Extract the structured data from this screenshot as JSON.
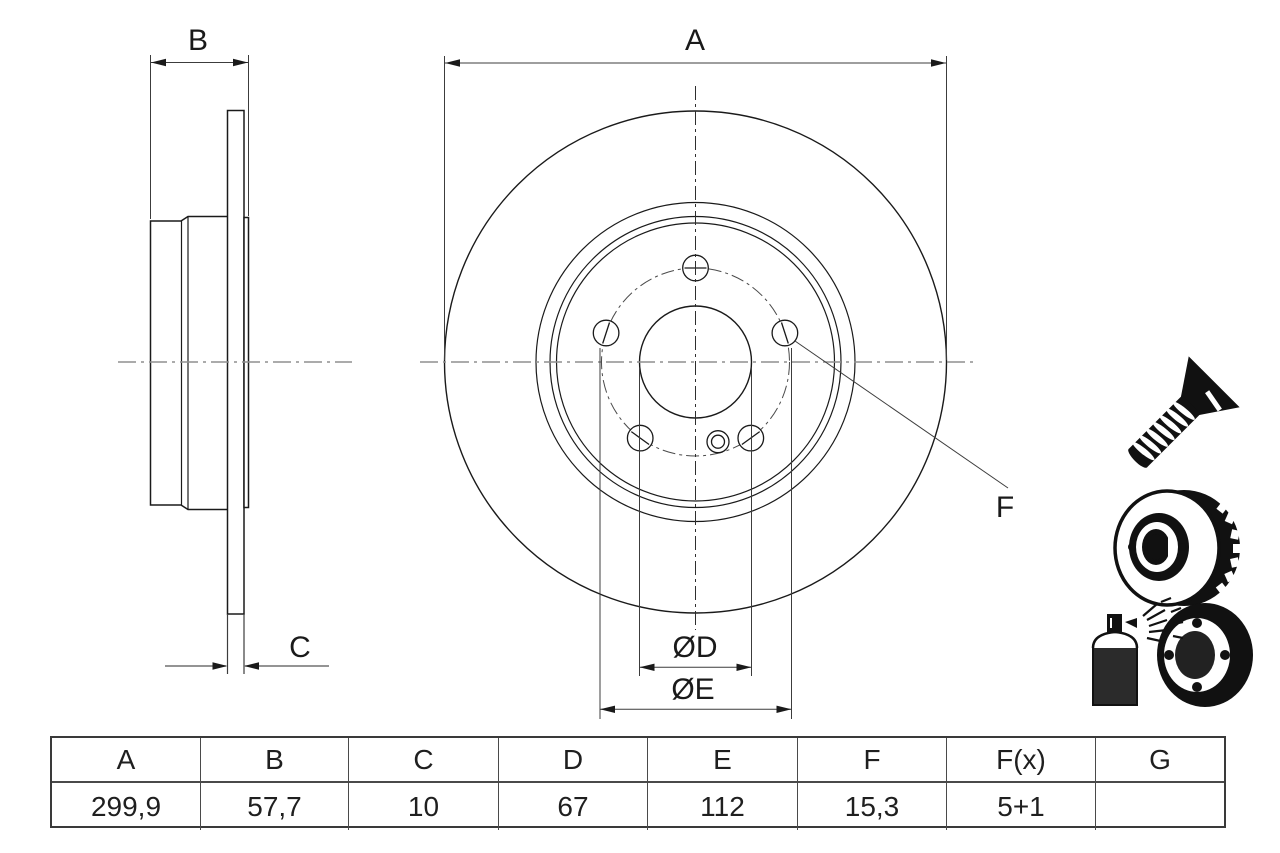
{
  "drawing": {
    "title_labels": {
      "dim_a": "A",
      "dim_b": "B",
      "dim_c": "C",
      "dim_d": "ØD",
      "dim_e": "ØE",
      "dim_f": "F"
    },
    "colors": {
      "object_line": "#1a1a1a",
      "thin_line": "#3c3c3c",
      "centerline_gray": "#8f8f8f",
      "icon_black": "#111111",
      "background": "#ffffff"
    }
  },
  "icons": {
    "screw": "countersunk-screw-icon",
    "vented_disc": "vented-brake-disc-icon",
    "spray": "spray-coated-disc-icon"
  },
  "table": {
    "headers": [
      "A",
      "B",
      "C",
      "D",
      "E",
      "F",
      "F(x)",
      "G"
    ],
    "values": [
      "299,9",
      "57,7",
      "10",
      "67",
      "112",
      "15,3",
      "5+1",
      ""
    ]
  }
}
